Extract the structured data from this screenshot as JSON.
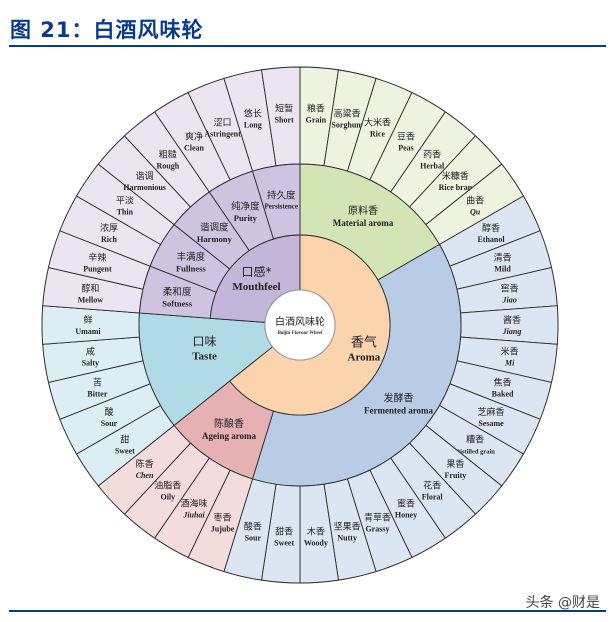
{
  "header": {
    "title": "图 21：白酒风味轮"
  },
  "watermark": "头条 @财是",
  "center": {
    "zh": "白酒风味轮",
    "en": "Baijiu Flavour Wheel",
    "color": "#ffffff"
  },
  "aroma": {
    "zh": "香气",
    "en": "Aroma",
    "color": "#fbd3ad"
  },
  "groups": [
    {
      "key": "material",
      "zh": "原料香",
      "en": "Material aroma",
      "color_mid": "#d3e5b4",
      "color_outer": "#eef3df",
      "items": [
        {
          "zh": "粮香",
          "en": "Grain"
        },
        {
          "zh": "高粱香",
          "en": "Sorghum"
        },
        {
          "zh": "大米香",
          "en": "Rice"
        },
        {
          "zh": "豆香",
          "en": "Peas"
        },
        {
          "zh": "药香",
          "en": "Herbal"
        },
        {
          "zh": "米糠香",
          "en": "Rice bran"
        },
        {
          "zh": "曲香",
          "en": "Qu",
          "italic": true
        }
      ]
    },
    {
      "key": "fermented",
      "zh": "发酵香",
      "en": "Fermented aroma",
      "color_mid": "#b8cce6",
      "color_outer": "#dce6f2",
      "items": [
        {
          "zh": "醇香",
          "en": "Ethanol"
        },
        {
          "zh": "清香",
          "en": "Mild"
        },
        {
          "zh": "窖香",
          "en": "Jiao",
          "italic": true
        },
        {
          "zh": "酱香",
          "en": "Jiang",
          "italic": true
        },
        {
          "zh": "米香",
          "en": "Mi",
          "italic": true
        },
        {
          "zh": "焦香",
          "en": "Baked"
        },
        {
          "zh": "芝麻香",
          "en": "Sesame"
        },
        {
          "zh": "糟香",
          "en": "Distilled grain"
        },
        {
          "zh": "果香",
          "en": "Fruity"
        },
        {
          "zh": "花香",
          "en": "Floral"
        },
        {
          "zh": "蜜香",
          "en": "Honey"
        },
        {
          "zh": "青草香",
          "en": "Grassy"
        },
        {
          "zh": "坚果香",
          "en": "Nutty"
        },
        {
          "zh": "木香",
          "en": "Woody"
        },
        {
          "zh": "甜香",
          "en": "Sweet"
        },
        {
          "zh": "酸香",
          "en": "Sour"
        }
      ]
    },
    {
      "key": "ageing",
      "zh": "陈酿香",
      "en": "Ageing aroma",
      "color_mid": "#e6b1b3",
      "color_outer": "#f4dcdc",
      "items": [
        {
          "zh": "枣香",
          "en": "Jujube"
        },
        {
          "zh": "酒海味",
          "en": "Jiuhai",
          "italic": true
        },
        {
          "zh": "油脂香",
          "en": "Oily"
        },
        {
          "zh": "陈香",
          "en": "Chen",
          "italic": true
        }
      ]
    },
    {
      "key": "taste",
      "zh": "口味",
      "en": "Taste",
      "color_mid": "#b0dbe6",
      "color_outer": "#dbeef3",
      "items": [
        {
          "zh": "甜",
          "en": "Sweet"
        },
        {
          "zh": "酸",
          "en": "Sour"
        },
        {
          "zh": "苦",
          "en": "Bitter"
        },
        {
          "zh": "咸",
          "en": "Salty"
        },
        {
          "zh": "鲜",
          "en": "Umami"
        }
      ]
    },
    {
      "key": "mouthfeel",
      "zh": "口感*",
      "en": "Mouthfeel",
      "color_mid": "#c3b6d9",
      "color_sub": "#cec3e1",
      "color_outer": "#ebe5f2",
      "subs": [
        {
          "zh": "柔和度",
          "en": "Softness"
        },
        {
          "zh": "丰满度",
          "en": "Fullness"
        },
        {
          "zh": "谐调度",
          "en": "Harmony"
        },
        {
          "zh": "纯净度",
          "en": "Purity"
        },
        {
          "zh": "持久度",
          "en": "Persistence"
        }
      ],
      "items": [
        {
          "zh": "醇和",
          "en": "Mellow"
        },
        {
          "zh": "辛辣",
          "en": "Pungent"
        },
        {
          "zh": "浓厚",
          "en": "Rich"
        },
        {
          "zh": "平淡",
          "en": "Thin"
        },
        {
          "zh": "谐调",
          "en": "Harmonious"
        },
        {
          "zh": "粗糙",
          "en": "Rough"
        },
        {
          "zh": "爽净",
          "en": "Clean"
        },
        {
          "zh": "涩口",
          "en": "Astringent"
        },
        {
          "zh": "悠长",
          "en": "Long"
        },
        {
          "zh": "短暂",
          "en": "Short"
        }
      ]
    }
  ]
}
